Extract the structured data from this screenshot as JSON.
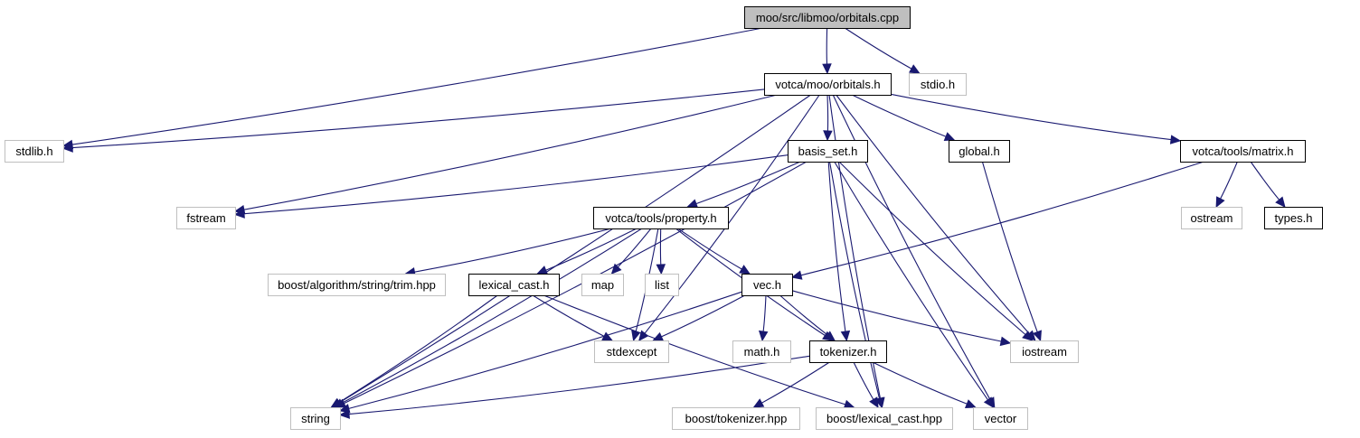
{
  "colors": {
    "edge": "#191970",
    "root_fill": "#bfbfbf",
    "internal_border": "#000000",
    "external_border": "#bfbfbf",
    "node_fill": "#ffffff"
  },
  "nodes": {
    "orbitals_cpp": {
      "label": "moo/src/libmoo/orbitals.cpp",
      "kind": "root"
    },
    "orbitals_h": {
      "label": "votca/moo/orbitals.h",
      "kind": "internal"
    },
    "stdio_h": {
      "label": "stdio.h",
      "kind": "external"
    },
    "stdlib_h": {
      "label": "stdlib.h",
      "kind": "external"
    },
    "basis_set_h": {
      "label": "basis_set.h",
      "kind": "internal"
    },
    "global_h": {
      "label": "global.h",
      "kind": "internal"
    },
    "matrix_h": {
      "label": "votca/tools/matrix.h",
      "kind": "internal"
    },
    "fstream": {
      "label": "fstream",
      "kind": "external"
    },
    "property_h": {
      "label": "votca/tools/property.h",
      "kind": "internal"
    },
    "ostream": {
      "label": "ostream",
      "kind": "external"
    },
    "types_h": {
      "label": "types.h",
      "kind": "internal"
    },
    "trim_hpp": {
      "label": "boost/algorithm/string/trim.hpp",
      "kind": "external"
    },
    "lexical_cast_h": {
      "label": "lexical_cast.h",
      "kind": "internal"
    },
    "map": {
      "label": "map",
      "kind": "external"
    },
    "list": {
      "label": "list",
      "kind": "external"
    },
    "vec_h": {
      "label": "vec.h",
      "kind": "internal"
    },
    "stdexcept": {
      "label": "stdexcept",
      "kind": "external"
    },
    "math_h": {
      "label": "math.h",
      "kind": "external"
    },
    "tokenizer_h": {
      "label": "tokenizer.h",
      "kind": "internal"
    },
    "iostream": {
      "label": "iostream",
      "kind": "external"
    },
    "string": {
      "label": "string",
      "kind": "external"
    },
    "boost_tokenizer_hpp": {
      "label": "boost/tokenizer.hpp",
      "kind": "external"
    },
    "boost_lexical_cast_hpp": {
      "label": "boost/lexical_cast.hpp",
      "kind": "external"
    },
    "vector": {
      "label": "vector",
      "kind": "external"
    }
  },
  "edges": [
    [
      "orbitals_cpp",
      "orbitals_h"
    ],
    [
      "orbitals_cpp",
      "stdio_h"
    ],
    [
      "orbitals_cpp",
      "stdlib_h"
    ],
    [
      "orbitals_h",
      "stdlib_h"
    ],
    [
      "orbitals_h",
      "basis_set_h"
    ],
    [
      "orbitals_h",
      "global_h"
    ],
    [
      "orbitals_h",
      "matrix_h"
    ],
    [
      "orbitals_h",
      "fstream"
    ],
    [
      "orbitals_h",
      "string"
    ],
    [
      "orbitals_h",
      "stdexcept"
    ],
    [
      "orbitals_h",
      "iostream"
    ],
    [
      "orbitals_h",
      "boost_lexical_cast_hpp"
    ],
    [
      "orbitals_h",
      "vector"
    ],
    [
      "basis_set_h",
      "fstream"
    ],
    [
      "basis_set_h",
      "property_h"
    ],
    [
      "basis_set_h",
      "string"
    ],
    [
      "basis_set_h",
      "tokenizer_h"
    ],
    [
      "basis_set_h",
      "iostream"
    ],
    [
      "basis_set_h",
      "boost_lexical_cast_hpp"
    ],
    [
      "basis_set_h",
      "vector"
    ],
    [
      "global_h",
      "iostream"
    ],
    [
      "matrix_h",
      "vec_h"
    ],
    [
      "matrix_h",
      "ostream"
    ],
    [
      "matrix_h",
      "types_h"
    ],
    [
      "property_h",
      "trim_hpp"
    ],
    [
      "property_h",
      "lexical_cast_h"
    ],
    [
      "property_h",
      "map"
    ],
    [
      "property_h",
      "list"
    ],
    [
      "property_h",
      "vec_h"
    ],
    [
      "property_h",
      "stdexcept"
    ],
    [
      "property_h",
      "string"
    ],
    [
      "property_h",
      "tokenizer_h"
    ],
    [
      "lexical_cast_h",
      "stdexcept"
    ],
    [
      "lexical_cast_h",
      "string"
    ],
    [
      "lexical_cast_h",
      "boost_lexical_cast_hpp"
    ],
    [
      "vec_h",
      "stdexcept"
    ],
    [
      "vec_h",
      "math_h"
    ],
    [
      "vec_h",
      "tokenizer_h"
    ],
    [
      "vec_h",
      "iostream"
    ],
    [
      "vec_h",
      "string"
    ],
    [
      "tokenizer_h",
      "string"
    ],
    [
      "tokenizer_h",
      "boost_tokenizer_hpp"
    ],
    [
      "tokenizer_h",
      "boost_lexical_cast_hpp"
    ],
    [
      "tokenizer_h",
      "vector"
    ]
  ]
}
